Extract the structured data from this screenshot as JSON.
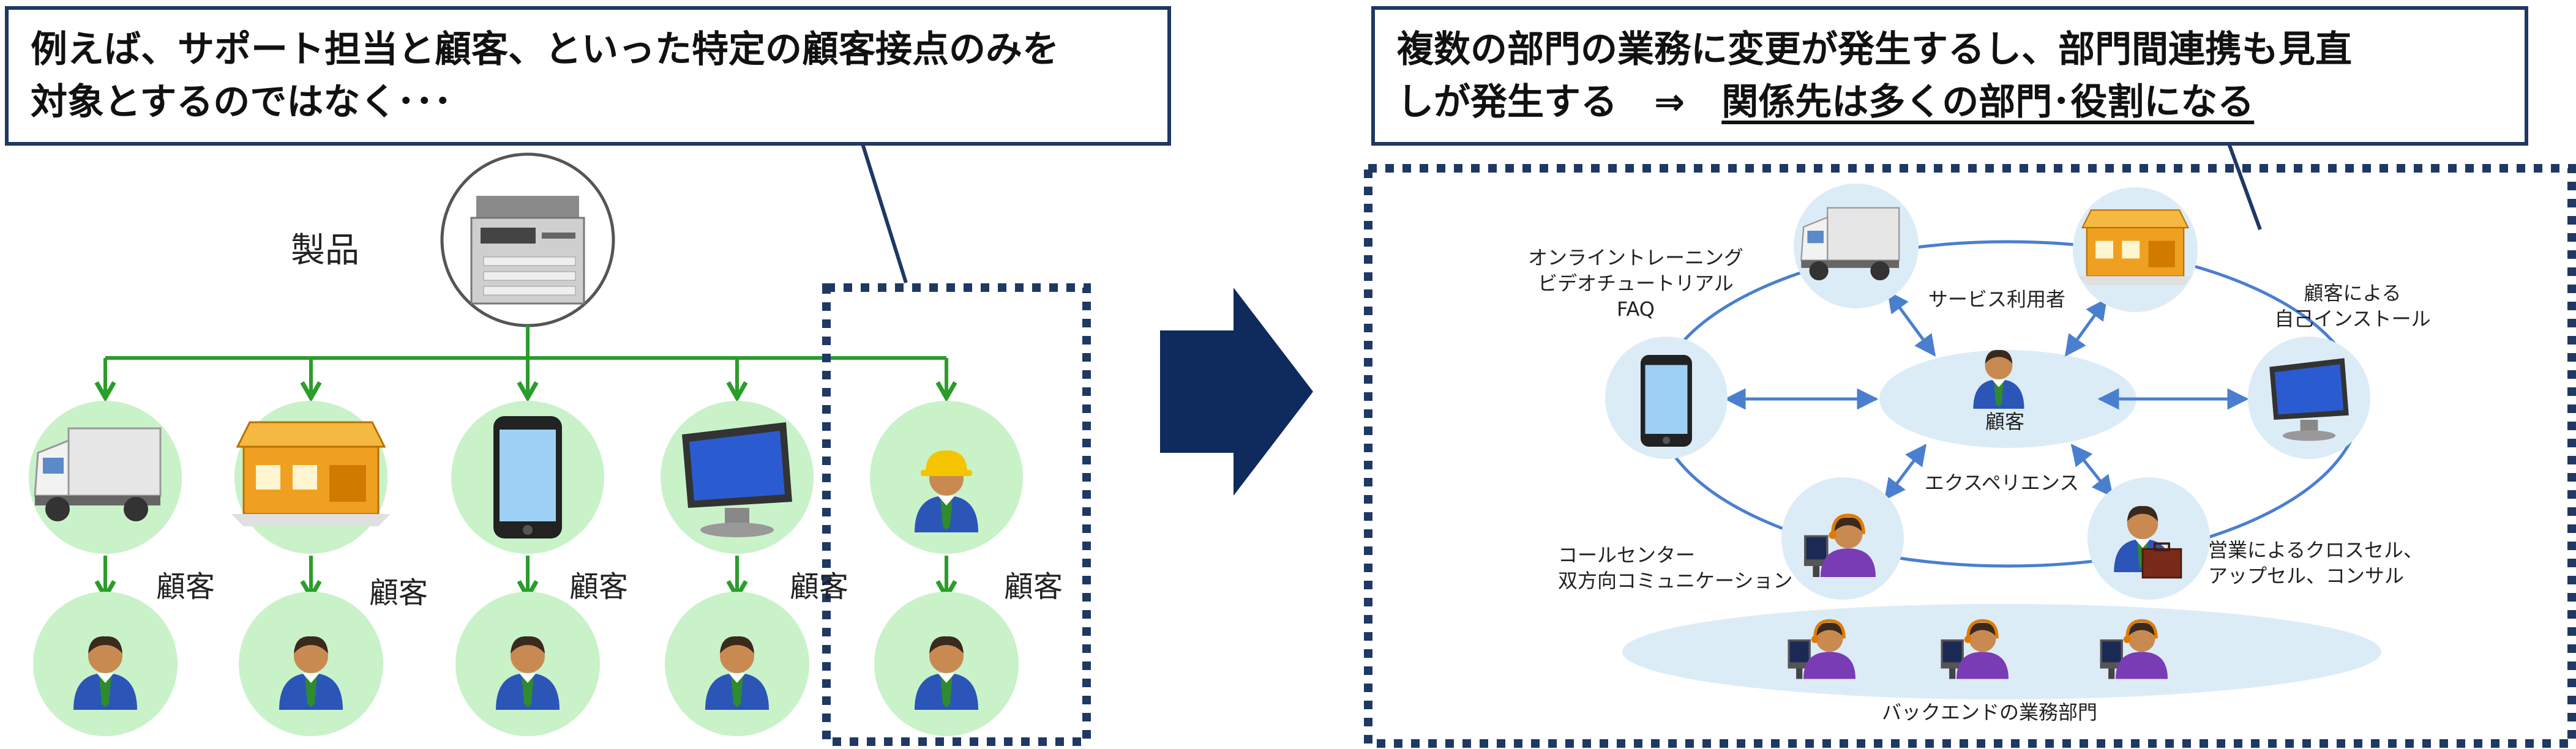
{
  "left": {
    "callout_line1": "例えば、サポート担当と顧客、といった特定の顧客接点のみを",
    "callout_line2": "対象とするのではなく･･･",
    "product_label": "製品",
    "customer_label": "顧客",
    "channels": [
      "truck-icon",
      "store-icon",
      "smartphone-icon",
      "monitor-icon",
      "worker-icon"
    ]
  },
  "right": {
    "callout_line1": "複数の部門の業務に変更が発生するし、部門間連携も見直",
    "callout_line2_a": "しが発生する　⇒　",
    "callout_line2_b": "関係先は多くの部門･役割になる",
    "online_label_1": "オンライントレーニング",
    "online_label_2": "ビデオチュートリアル",
    "online_label_3": "FAQ",
    "service_user_label": "サービス利用者",
    "self_install_label_1": "顧客による",
    "self_install_label_2": "自己インストール",
    "center_label": "顧客",
    "experience_label": "エクスペリエンス",
    "call_center_label_1": "コールセンター",
    "call_center_label_2": "双方向コミュニケーション",
    "sales_label_1": "営業によるクロスセル、",
    "sales_label_2": "アップセル、コンサル",
    "backend_label": "バックエンドの業務部門"
  },
  "colors": {
    "navy": "#1f3864",
    "arrow_navy": "#0f2a5c",
    "green": "#2a9d2a",
    "green_circle": "#c9f2c9",
    "blue_ellipse": "#dcecf7",
    "light_blue_arrow": "#4a7fcf"
  }
}
